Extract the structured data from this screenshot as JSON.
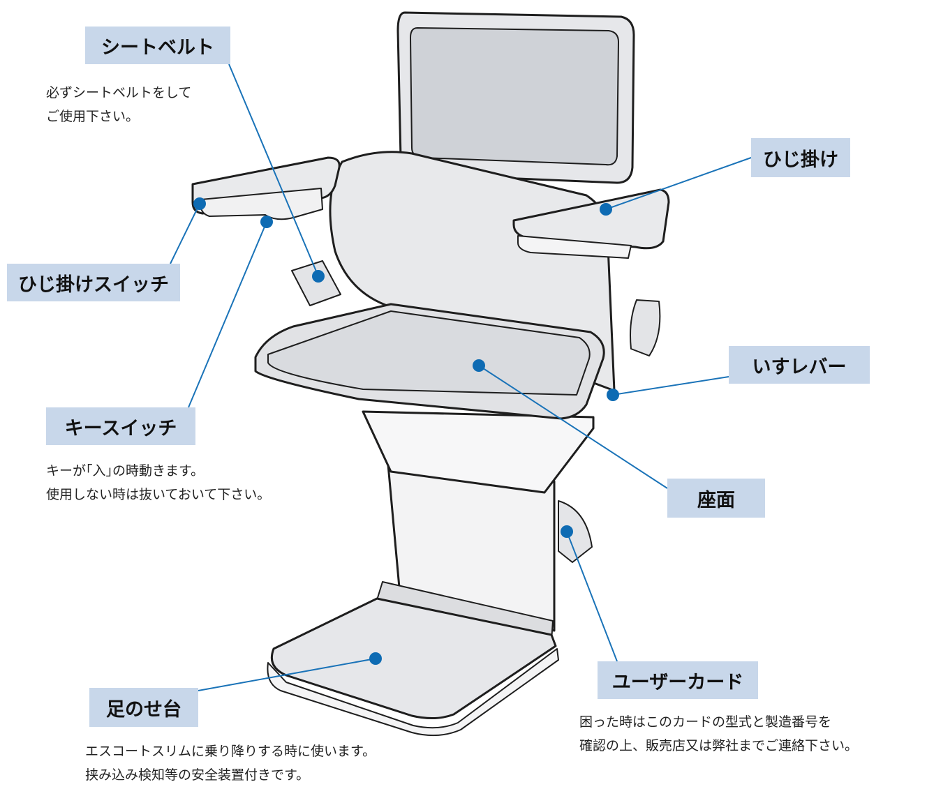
{
  "colors": {
    "label_bg": "#c8d7ea",
    "leader_line": "#1a73b8",
    "marker": "#0e6bb3",
    "chair_fill": "#e9eaec",
    "chair_stroke": "#1e1e1e"
  },
  "labels": {
    "seatbelt": "シートベルト",
    "armrest": "ひじ掛け",
    "armrest_switch": "ひじ掛けスイッチ",
    "seat_lever": "いすレバー",
    "key_switch": "キースイッチ",
    "seat": "座面",
    "user_card": "ユーザーカード",
    "footrest": "足のせ台"
  },
  "descriptions": {
    "seatbelt": [
      "必ずシートベルトをして",
      "ご使用下さい。"
    ],
    "key_switch": [
      "キーが｢入｣の時動きます。",
      "使用しない時は抜いておいて下さい。"
    ],
    "user_card": [
      "困った時はこのカードの型式と製造番号を",
      "確認の上、販売店又は弊社までご連絡下さい。"
    ],
    "footrest": [
      "エスコートスリムに乗り降りする時に使います。",
      "挟み込み検知等の安全装置付きです。"
    ]
  }
}
